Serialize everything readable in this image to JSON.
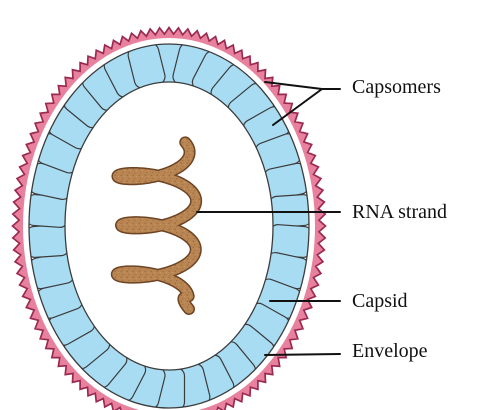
{
  "labels": {
    "capsomers": "Capsomers",
    "rna_strand": "RNA strand",
    "capsid": "Capsid",
    "envelope": "Envelope"
  },
  "colors": {
    "envelope": "#e8819e",
    "envelope_outline": "#9b2a50",
    "capsomer_fill": "#a8dcf3",
    "capsomer_stroke": "#3c3c3c",
    "rna": "#b98552",
    "rna_outline": "#6d4424",
    "leader_lines": "#111111"
  }
}
